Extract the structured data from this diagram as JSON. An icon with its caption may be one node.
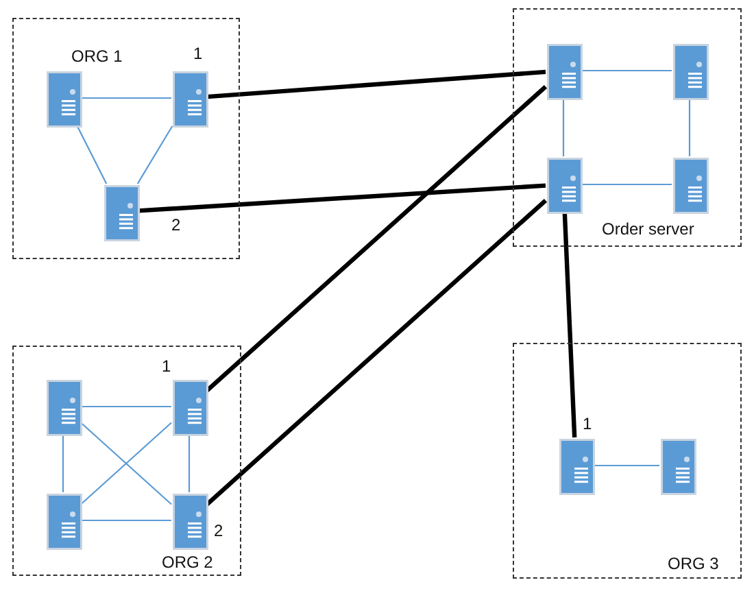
{
  "diagram": {
    "nodes": [
      {
        "text": [
          "ORG 1"
        ]
      },
      {
        "text": [],
        "shape": "server",
        "in": 0
      },
      {
        "text": [],
        "shape": "server",
        "in": 0,
        "beside": [
          "1"
        ]
      },
      {
        "text": [],
        "shape": "server",
        "in": 0,
        "beside": [
          "2"
        ]
      },
      {
        "text": [
          "Order server"
        ]
      },
      {
        "text": [],
        "shape": "server",
        "in": 4
      },
      {
        "text": [],
        "shape": "server",
        "in": 4
      },
      {
        "text": [],
        "shape": "server",
        "in": 4
      },
      {
        "text": [],
        "shape": "server",
        "in": 4
      },
      {
        "text": [
          "ORG 2"
        ]
      },
      {
        "text": [],
        "shape": "server",
        "in": 9
      },
      {
        "text": [],
        "shape": "server",
        "in": 9,
        "beside": [
          "1"
        ]
      },
      {
        "text": [],
        "shape": "server",
        "in": 9
      },
      {
        "text": [],
        "shape": "server",
        "in": 9,
        "beside": [
          "2"
        ]
      },
      {
        "text": [
          "ORG 3"
        ]
      },
      {
        "text": [],
        "shape": "server",
        "in": 14,
        "beside": [
          "1"
        ]
      },
      {
        "text": [],
        "shape": "server",
        "in": 14
      }
    ],
    "edges": [
      {
        "from": 1,
        "to": 2,
        "arrow": "none"
      },
      {
        "from": 1,
        "to": 3,
        "arrow": "none"
      },
      {
        "from": 2,
        "to": 3,
        "arrow": "none"
      },
      {
        "from": 5,
        "to": 6,
        "arrow": "none"
      },
      {
        "from": 5,
        "to": 7,
        "arrow": "none"
      },
      {
        "from": 6,
        "to": 8,
        "arrow": "none"
      },
      {
        "from": 7,
        "to": 8,
        "arrow": "none"
      },
      {
        "from": 10,
        "to": 11,
        "arrow": "none"
      },
      {
        "from": 10,
        "to": 12,
        "arrow": "none"
      },
      {
        "from": 11,
        "to": 13,
        "arrow": "none"
      },
      {
        "from": 12,
        "to": 13,
        "arrow": "none"
      },
      {
        "from": 10,
        "to": 13,
        "arrow": "none"
      },
      {
        "from": 11,
        "to": 12,
        "arrow": "none"
      },
      {
        "from": 15,
        "to": 16,
        "arrow": "none"
      },
      {
        "from": 2,
        "to": 5,
        "arrow": "none",
        "style": "thick",
        "color": "#000000"
      },
      {
        "from": 3,
        "to": 7,
        "arrow": "none",
        "style": "thick",
        "color": "#000000"
      },
      {
        "from": 11,
        "to": 5,
        "arrow": "none",
        "style": "thick",
        "color": "#000000"
      },
      {
        "from": 13,
        "to": 7,
        "arrow": "none",
        "style": "thick",
        "color": "#000000"
      },
      {
        "from": 7,
        "to": 15,
        "arrow": "none",
        "style": "thick",
        "color": "#000000"
      }
    ]
  }
}
